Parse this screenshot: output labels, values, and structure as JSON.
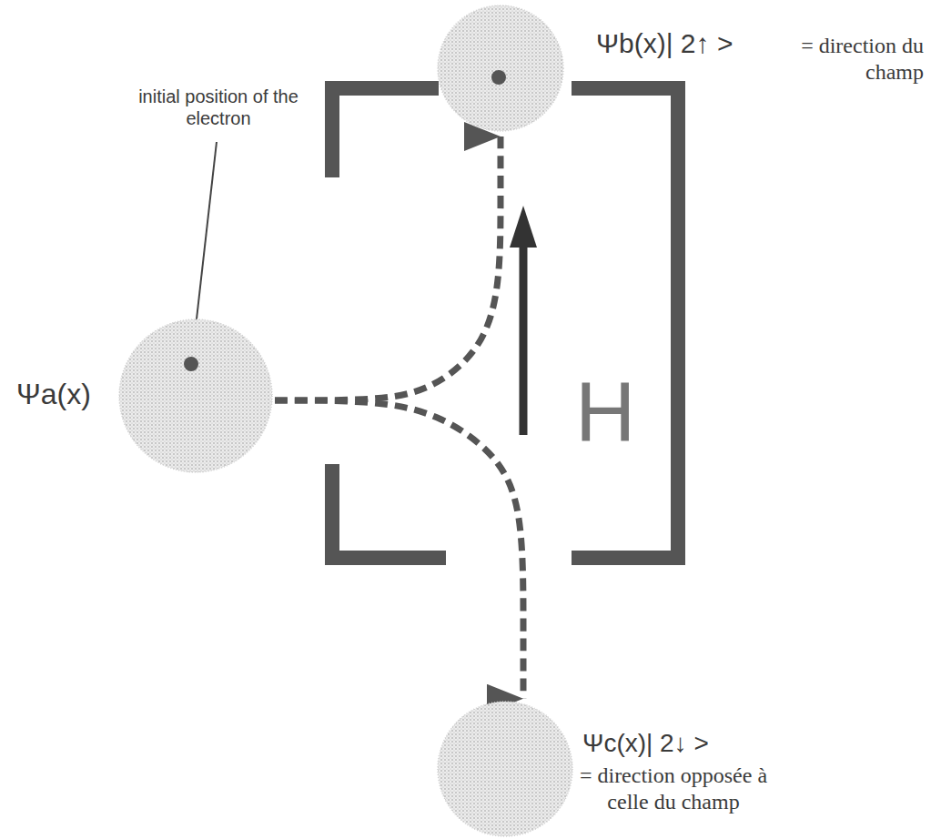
{
  "diagram": {
    "nodes": [
      {
        "text": [
          "Ψa(x)"
        ]
      },
      {
        "text": [
          "Ψb(x)| 2↑ >",
          "= direction du champ"
        ]
      },
      {
        "text": [
          "Ψc(x)| 2↓ >",
          "= direction opposée à celle du champ"
        ]
      }
    ],
    "edges": [
      {
        "from": 0,
        "to": 1,
        "arrow": "to"
      },
      {
        "from": 0,
        "to": 2,
        "arrow": "to"
      }
    ],
    "labels": [
      "initial position of the electron",
      "H"
    ]
  }
}
